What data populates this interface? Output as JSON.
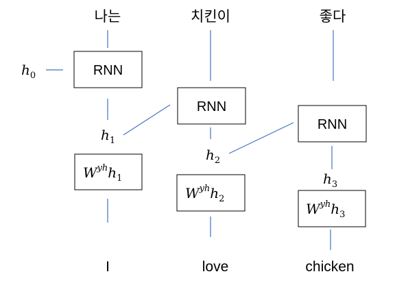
{
  "outputs": [
    "나는",
    "치킨이",
    "좋다"
  ],
  "inputs": [
    "I",
    "love",
    "chicken"
  ],
  "rnn_label": "RNN",
  "initial_state": {
    "symbol": "h",
    "subscript": "0"
  },
  "hidden_states": [
    {
      "symbol": "h",
      "subscript": "1"
    },
    {
      "symbol": "h",
      "subscript": "2"
    },
    {
      "symbol": "h",
      "subscript": "3"
    }
  ],
  "weight_products": [
    {
      "symbol": "W",
      "superscript": "yh",
      "hidden_symbol": "h",
      "subscript": "1"
    },
    {
      "symbol": "W",
      "superscript": "yh",
      "hidden_symbol": "h",
      "subscript": "2"
    },
    {
      "symbol": "W",
      "superscript": "yh",
      "hidden_symbol": "h",
      "subscript": "3"
    }
  ],
  "colors": {
    "connector": "#4472C4",
    "box_border": "#000000",
    "text": "#000000"
  }
}
